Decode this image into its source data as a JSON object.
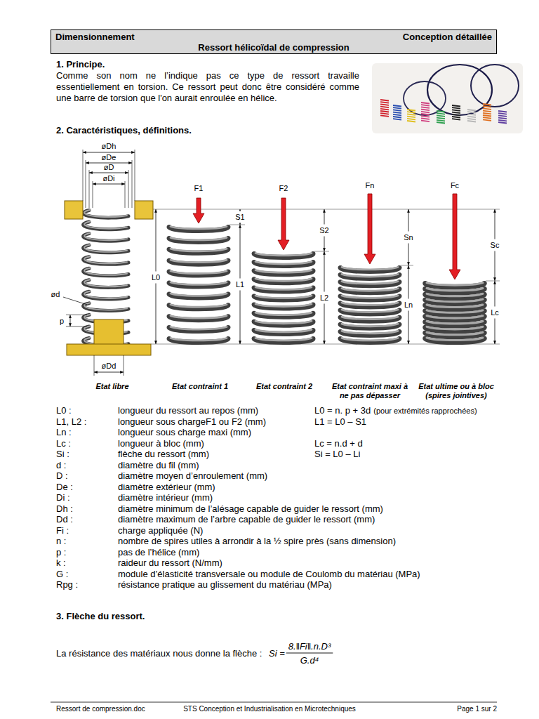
{
  "diagram": {
    "nodes": [
      {
        "text": [
          "Dimensionnement",
          "Conception détaillée",
          "Ressort hélicoïdal de compression"
        ]
      }
    ],
    "labels": [
      "1. Principe.",
      "Comme son nom ne l’indique pas ce type de ressort travaille essentiellement en torsion. Ce ressort peut donc être considéré comme une barre de torsion que l'on aurait enroulée en hélice.",
      "2. Caractéristiques, définitions.",
      "øDh",
      "øDe",
      "øD",
      "øDi",
      "ød",
      "p",
      "øDd",
      "L0",
      "F1",
      "F2",
      "Fn",
      "Fc",
      "S1",
      "L1",
      "S2",
      "L2",
      "Sn",
      "Ln",
      "Sc",
      "Lc",
      "Etat libre",
      "Etat contraint 1",
      "Etat contraint 2",
      "Etat contraint maxi à ne pas dépasser",
      "Etat ultime ou à bloc (spires jointives)",
      "L0 :",
      "longueur du ressort au repos (mm)",
      "L0 = n. p + 3d",
      "(pour extrémités rapprochées)",
      "L1, L2 :",
      "longueur sous chargeF1 ou F2 (mm)",
      "L1 = L0 – S1",
      "Ln :",
      "longueur sous charge maxi (mm)",
      "Lc :",
      "longueur à bloc (mm)",
      "Lc = n.d + d",
      "Si :",
      "flèche du ressort (mm)",
      "Si = L0 – Li",
      "d :",
      "diamètre du fil (mm)",
      "D :",
      "diamètre moyen d’enroulement (mm)",
      "De :",
      "diamètre extérieur (mm)",
      "Di :",
      "diamètre intérieur (mm)",
      "Dh :",
      "diamètre minimum de l’alésage capable de guider le ressort (mm)",
      "Dd :",
      "diamètre maximum de l’arbre capable de guider le ressort (mm)",
      "Fi :",
      "charge appliquée (N)",
      "n :",
      "nombre de spires utiles à arrondir à la ½ spire près (sans dimension)",
      "p :",
      "pas de l’hélice (mm)",
      "k :",
      "raideur du ressort (N/mm)",
      "G :",
      "module d’élasticité transversale ou module de Coulomb du matériau (MPa)",
      "Rpg :",
      "résistance pratique au glissement du matériau (MPa)",
      "3. Flèche du ressort.",
      "La résistance des matériaux nous donne la flèche :",
      "Si =",
      "8.‖Fi‖.n.D³",
      "G.d⁴",
      "Ressort de compression.doc",
      "STS Conception et Industrialisation en Microtechniques",
      "Page 1 sur 2"
    ]
  }
}
